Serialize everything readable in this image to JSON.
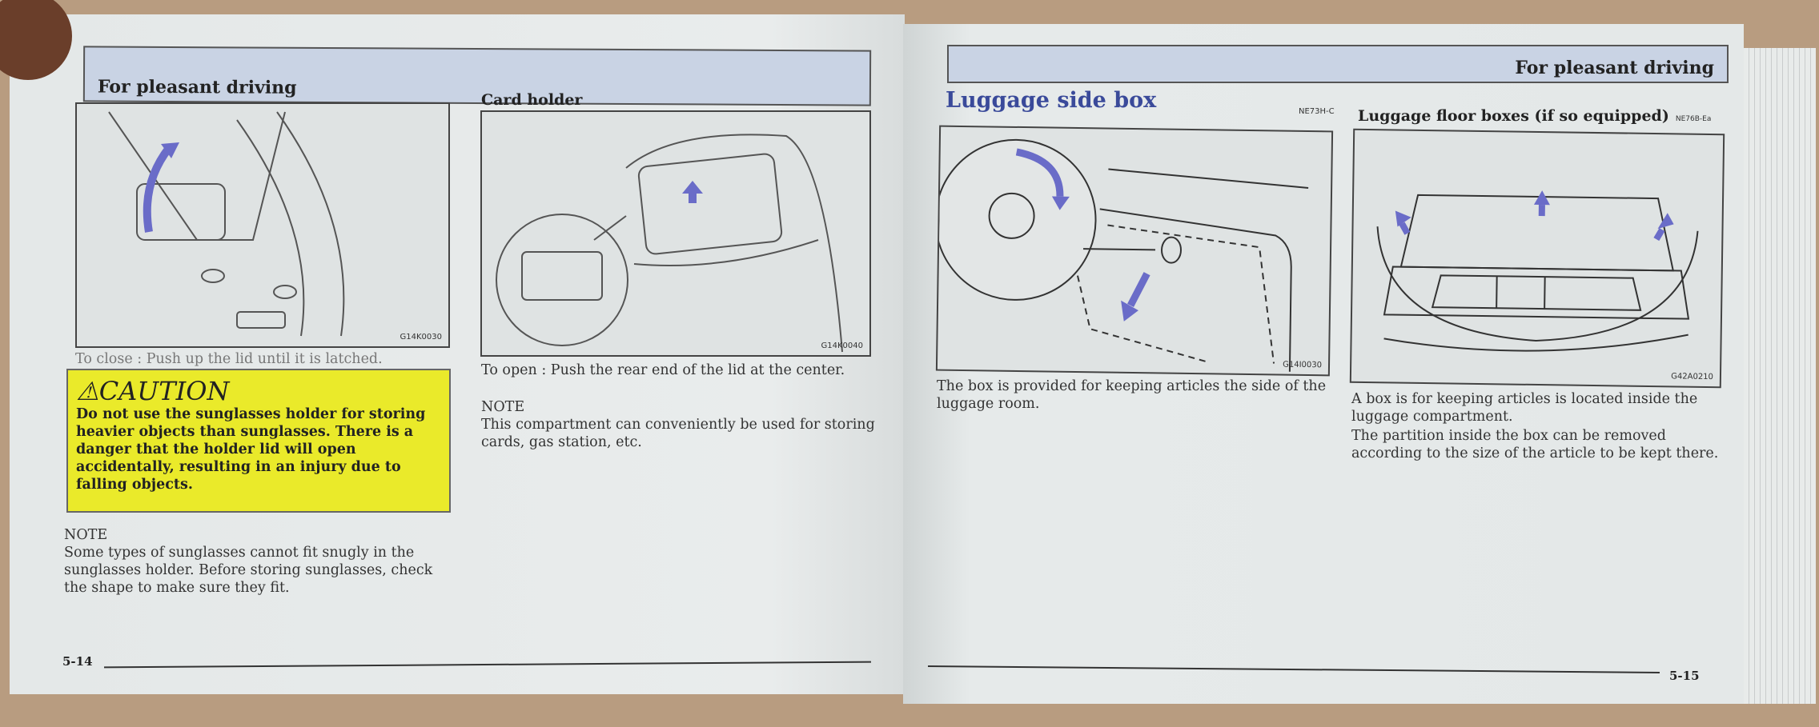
{
  "left_page": {
    "header": "For pleasant driving",
    "sunglasses": {
      "figure_code": "G14K0030",
      "caption": "To close : Push up the lid until it is latched.",
      "caution": {
        "title": "CAUTION",
        "text": "Do not use the sunglasses holder for storing heavier objects than sunglasses. There is a danger that the holder lid will open accidentally, resulting in an injury due to falling objects."
      },
      "note_label": "NOTE",
      "note_text": "Some types of sunglasses cannot fit snugly in the sunglasses holder. Before storing sunglasses, check the shape to make sure they fit."
    },
    "card_holder": {
      "title": "Card holder",
      "figure_code": "G14K0040",
      "caption": "To open : Push the rear end of the lid at the center.",
      "note_label": "NOTE",
      "note_text": "This compartment can conveniently be used for storing cards, gas station, etc."
    },
    "page_number": "5-14"
  },
  "right_page": {
    "header": "For pleasant driving",
    "side_box": {
      "title": "Luggage side box",
      "ref_code": "NE73H-C",
      "figure_code": "G14I0030",
      "text": "The box is provided for keeping articles the side of the luggage room."
    },
    "floor_boxes": {
      "title": "Luggage floor boxes (if so equipped)",
      "ref_code": "NE76B-Ea",
      "figure_code": "G42A0210",
      "text1": "A box is for keeping articles is located inside the luggage compartment.",
      "text2": "The partition inside the box can be removed according to the size of the article to be kept there."
    },
    "page_number": "5-15"
  },
  "colors": {
    "header_bar": "#c9d3e4",
    "caution": "#eaea2a",
    "arrow": "#6a6cc8",
    "title_blue": "#3a4a9a"
  }
}
